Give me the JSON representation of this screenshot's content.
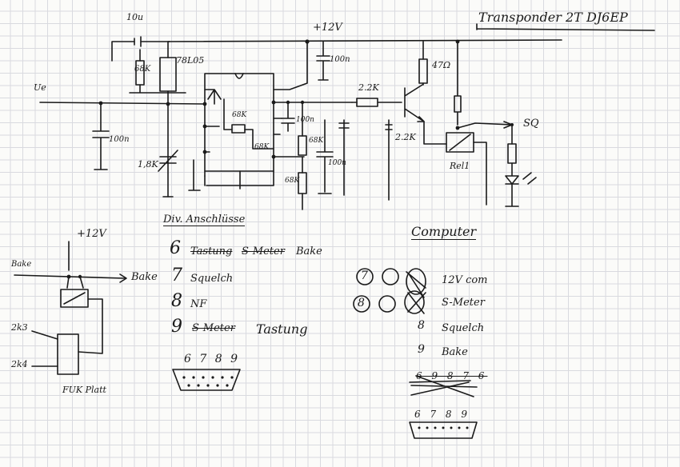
{
  "title": "Transponder 2T DJ6EP",
  "schematic": {
    "supply": "+12V",
    "regulator": "78L05",
    "input": "Ue",
    "caps": {
      "c_top": "10u",
      "c_supply": "100n",
      "c_in": "100n",
      "c_a": "100n",
      "c_b": "100n"
    },
    "resistors": {
      "r1": "68K",
      "r2": "68K",
      "r3": "68K",
      "r4": "68K",
      "r5": "68K",
      "r_base": "2.2K",
      "r_coll": "47Ω",
      "r_led": "2.2K",
      "r_in": "1,8K"
    },
    "relay": "Rel1",
    "out": "SQ"
  },
  "connections": {
    "heading": "Div. Anschlüsse",
    "rows": [
      {
        "num": "6",
        "struck1": "Tastung",
        "struck2": "S-Meter",
        "text": "Bake"
      },
      {
        "num": "7",
        "text": "Squelch"
      },
      {
        "num": "8",
        "text": "NF"
      },
      {
        "num": "9",
        "struck1": "S-Meter",
        "text": "Tastung"
      }
    ],
    "plug_pins": "6 7 8 9"
  },
  "computer": {
    "heading": "Computer",
    "rows": [
      {
        "num": "7",
        "text": "12V com"
      },
      {
        "num": "8",
        "text": "S-Meter"
      },
      {
        "num": "8",
        "text": "Squelch"
      },
      {
        "num": "9",
        "text": "Bake"
      }
    ],
    "plug_pins_struck": "6 9 8 7 6",
    "plug_pins": "6 7 8 9"
  },
  "bottom_left": {
    "supply": "+12V",
    "in_label": "Bake",
    "out_label": "Bake",
    "pin_a": "2k3",
    "pin_b": "2k4",
    "part": "FUK Platt"
  }
}
